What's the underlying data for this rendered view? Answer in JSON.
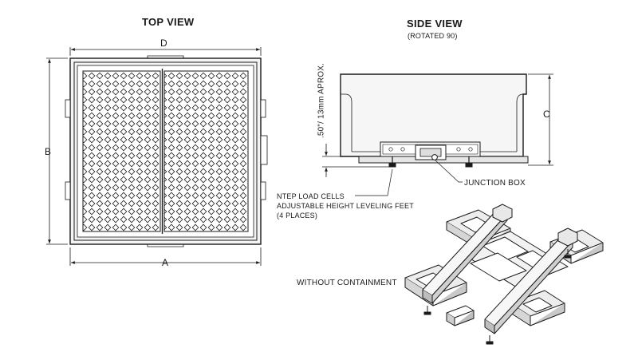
{
  "top_view": {
    "title": "TOP VIEW",
    "dim_a": "A",
    "dim_b": "B",
    "dim_d": "D"
  },
  "side_view": {
    "title": "SIDE VIEW",
    "subtitle": "(ROTATED 90)",
    "dim_c": "C",
    "height_note": ".50\"/ 13mm  APROX.",
    "callout_load_cells": "NTEP LOAD CELLS",
    "callout_feet": "ADJUSTABLE HEIGHT LEVELING FEET",
    "callout_places": "(4 PLACES)",
    "callout_junction": "JUNCTION BOX"
  },
  "iso_view": {
    "caption": "WITHOUT CONTAINMENT"
  },
  "colors": {
    "line": "#1a1a1a",
    "fill_light": "#f2f2f2",
    "fill_mid": "#d9d9d9"
  }
}
